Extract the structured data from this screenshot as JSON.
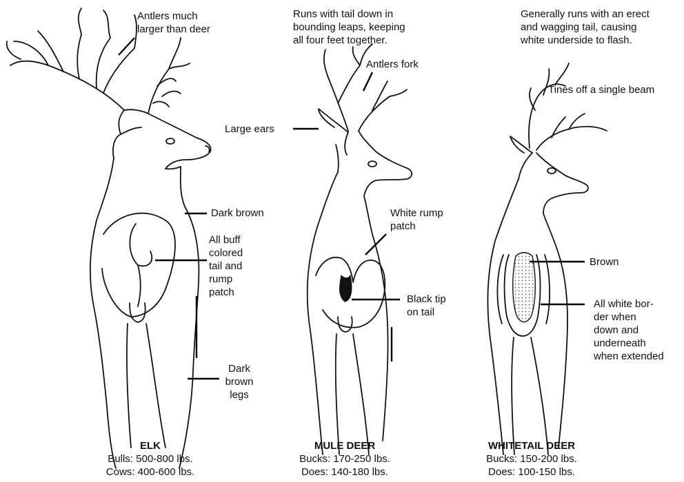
{
  "elk": {
    "name": "ELK",
    "weight_1": "Bulls: 500-800 lbs.",
    "weight_2": "Cows: 400-600 lbs.",
    "antlers_note": "Antlers much\nlarger than deer",
    "neck_note": "Dark brown",
    "rump_note": "All buff\ncolored\ntail and\nrump\npatch",
    "legs_note": "Dark\nbrown\nlegs"
  },
  "mule_deer": {
    "name": "MULE DEER",
    "weight_1": "Bucks: 170-250 lbs.",
    "weight_2": "Does: 140-180 lbs.",
    "run_note": "Runs with tail down in\nbounding leaps, keeping\nall four feet together.",
    "antlers_note": "Antlers fork",
    "ears_note": "Large ears",
    "rump_note": "White rump\npatch",
    "tail_note": "Black tip\non tail"
  },
  "whitetail_deer": {
    "name": "WHITETAIL DEER",
    "weight_1": "Bucks: 150-200 lbs.",
    "weight_2": "Does: 100-150 lbs.",
    "run_note": "Generally runs with an erect\nand wagging tail, causing\nwhite underside to flash.",
    "antlers_note": "Tines off a single beam",
    "tail_note": "Brown",
    "border_note": "All white bor-\nder when\ndown and\nunderneath\nwhen extended"
  }
}
